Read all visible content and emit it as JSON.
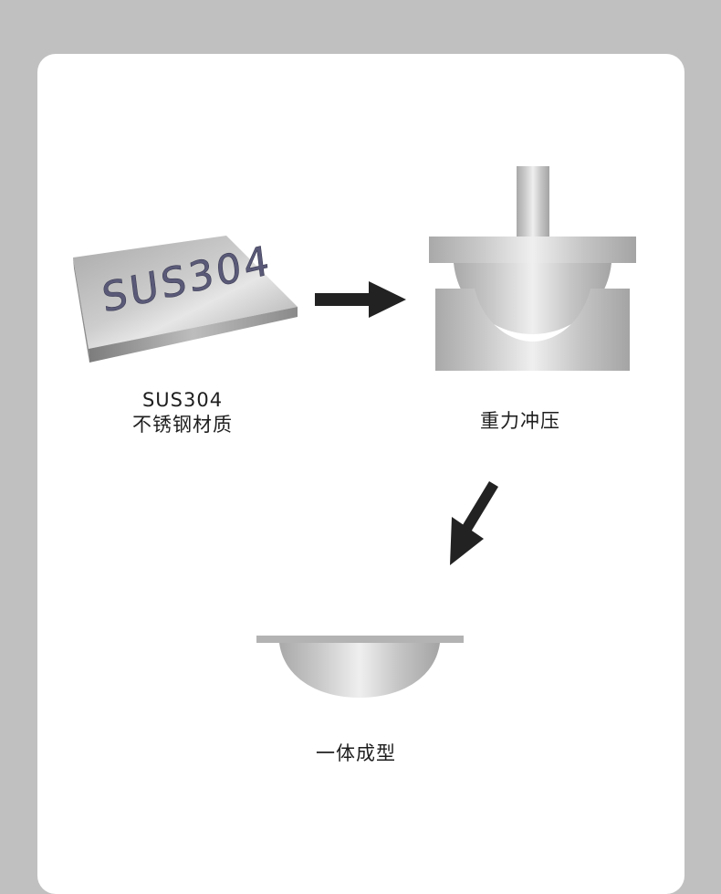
{
  "steps": [
    {
      "material_code": "SUS304",
      "label_line1": "SUS304",
      "label_line2": "不锈钢材质"
    },
    {
      "label": "重力冲压"
    },
    {
      "label": "一体成型"
    }
  ],
  "colors": {
    "background": "#c0c0c0",
    "card": "#ffffff",
    "arrow": "#222222",
    "metal_dark": "#a9a9a9",
    "metal_light": "#eeeeee",
    "engraving": "#5a5a78"
  }
}
